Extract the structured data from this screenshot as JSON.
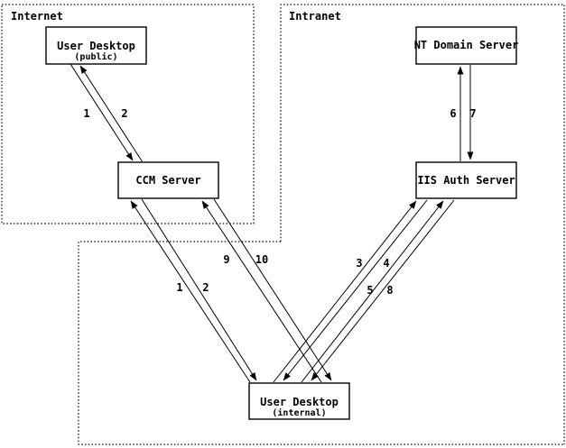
{
  "diagram": {
    "zones": {
      "internet": {
        "label": "Internet"
      },
      "intranet": {
        "label": "Intranet"
      }
    },
    "nodes": {
      "user_desktop_public": {
        "title": "User Desktop",
        "subtitle": "(public)"
      },
      "ccm_server": {
        "title": "CCM Server"
      },
      "nt_domain_server": {
        "title": "NT Domain Server"
      },
      "iis_auth_server": {
        "title": "IIS Auth Server"
      },
      "user_desktop_internal": {
        "title": "User Desktop",
        "subtitle": "(internal)"
      }
    },
    "edges": {
      "public_desktop_to_ccm": {
        "label": "1"
      },
      "ccm_to_public_desktop": {
        "label": "2"
      },
      "internal_desktop_to_ccm": {
        "label": "1"
      },
      "ccm_to_internal_desktop": {
        "label": "2"
      },
      "internal_desktop_to_iis_step3": {
        "label": "3"
      },
      "iis_to_internal_desktop_step4": {
        "label": "4"
      },
      "internal_desktop_to_iis_step5": {
        "label": "5"
      },
      "iis_to_internal_desktop_step8": {
        "label": "8"
      },
      "iis_to_nt_domain_step6": {
        "label": "6"
      },
      "nt_domain_to_iis_step7": {
        "label": "7"
      },
      "internal_desktop_to_ccm_step9": {
        "label": "9"
      },
      "ccm_to_internal_desktop_step10": {
        "label": "10"
      }
    },
    "colors": {
      "line": "#000000",
      "background": "#ffffff"
    }
  }
}
